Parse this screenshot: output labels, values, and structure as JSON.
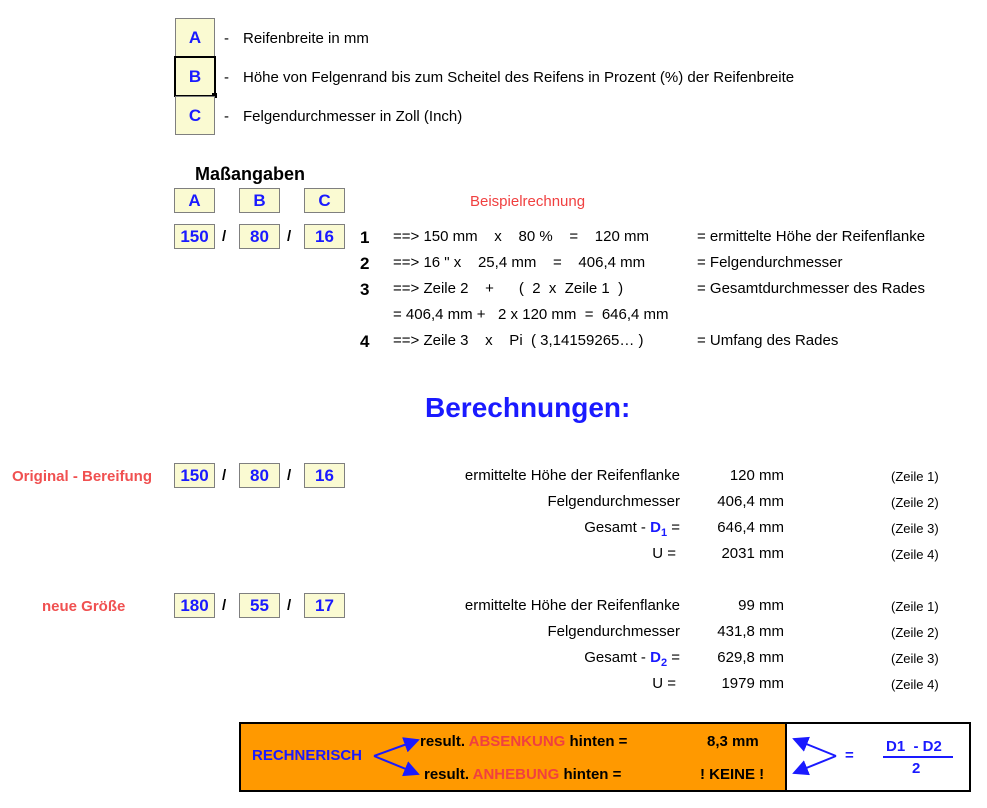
{
  "legend": [
    {
      "letter": "A",
      "dash": "-",
      "text": "Reifenbreite in mm"
    },
    {
      "letter": "B",
      "dash": "-",
      "text": "Höhe von Felgenrand bis zum Scheitel des Reifens in Prozent (%) der Reifenbreite"
    },
    {
      "letter": "C",
      "dash": "-",
      "text": "Felgendurchmesser in Zoll (Inch)"
    }
  ],
  "masse": {
    "title": "Maßangaben",
    "headers": [
      "A",
      "B",
      "C"
    ],
    "values": [
      "150",
      "80",
      "16"
    ],
    "slash": "/"
  },
  "beispiel": {
    "title": "Beispielrechnung",
    "rows": [
      {
        "num": "1",
        "calc": "==> 150 mm    x    80 %    =    120 mm",
        "result": "= ermittelte Höhe der Reifenflanke"
      },
      {
        "num": "2",
        "calc": "==> 16 \" x    25,4 mm    =    406,4 mm",
        "result": "= Felgendurchmesser"
      },
      {
        "num": "3",
        "calc": "==> Zeile 2    +      (  2  x  Zeile 1  )",
        "result": "= Gesamtdurchmesser des Rades"
      },
      {
        "num": "",
        "calc": "= 406,4 mm +   2 x 120 mm  =  646,4 mm",
        "result": ""
      },
      {
        "num": "4",
        "calc": "==> Zeile 3    x    Pi  ( 3,14159265… )",
        "result": "= Umfang des Rades"
      }
    ]
  },
  "berechnungen": {
    "title": "Berechnungen:",
    "original": {
      "label": "Original - Bereifung",
      "values": [
        "150",
        "80",
        "16"
      ],
      "rows": [
        {
          "label": "ermittelte Höhe der Reifenflanke",
          "value": "120 mm",
          "ref": "(Zeile 1)"
        },
        {
          "label": "Felgendurchmesser",
          "value": "406,4 mm",
          "ref": "(Zeile 2)"
        },
        {
          "label": "Gesamt - ",
          "sym": "D",
          "sub": "1",
          "eq": " =",
          "value": "646,4 mm",
          "ref": "(Zeile 3)"
        },
        {
          "label": "U =",
          "value": "2031 mm",
          "ref": "(Zeile 4)"
        }
      ]
    },
    "neu": {
      "label": "neue Größe",
      "values": [
        "180",
        "55",
        "17"
      ],
      "rows": [
        {
          "label": "ermittelte Höhe der Reifenflanke",
          "value": "99 mm",
          "ref": "(Zeile 1)"
        },
        {
          "label": "Felgendurchmesser",
          "value": "431,8 mm",
          "ref": "(Zeile 2)"
        },
        {
          "label": "Gesamt - ",
          "sym": "D",
          "sub": "2",
          "eq": " =",
          "value": "629,8 mm",
          "ref": "(Zeile 3)"
        },
        {
          "label": "U =",
          "value": "1979 mm",
          "ref": "(Zeile 4)"
        }
      ]
    }
  },
  "result": {
    "rechnerisch": "RECHNERISCH",
    "row1": {
      "pre": "result. ",
      "key": "ABSENKUNG",
      "post": " hinten =",
      "value": "8,3 mm"
    },
    "row2": {
      "pre": "result. ",
      "key": "ANHEBUNG",
      "post": " hinten =",
      "value": "! KEINE !"
    },
    "eq": "=",
    "numerator": "D1  - D2",
    "denominator": "2"
  },
  "colors": {
    "cell_bg": "#fafad2",
    "blue": "#1a1aff",
    "red": "#f04040",
    "orange": "#ff9900"
  }
}
